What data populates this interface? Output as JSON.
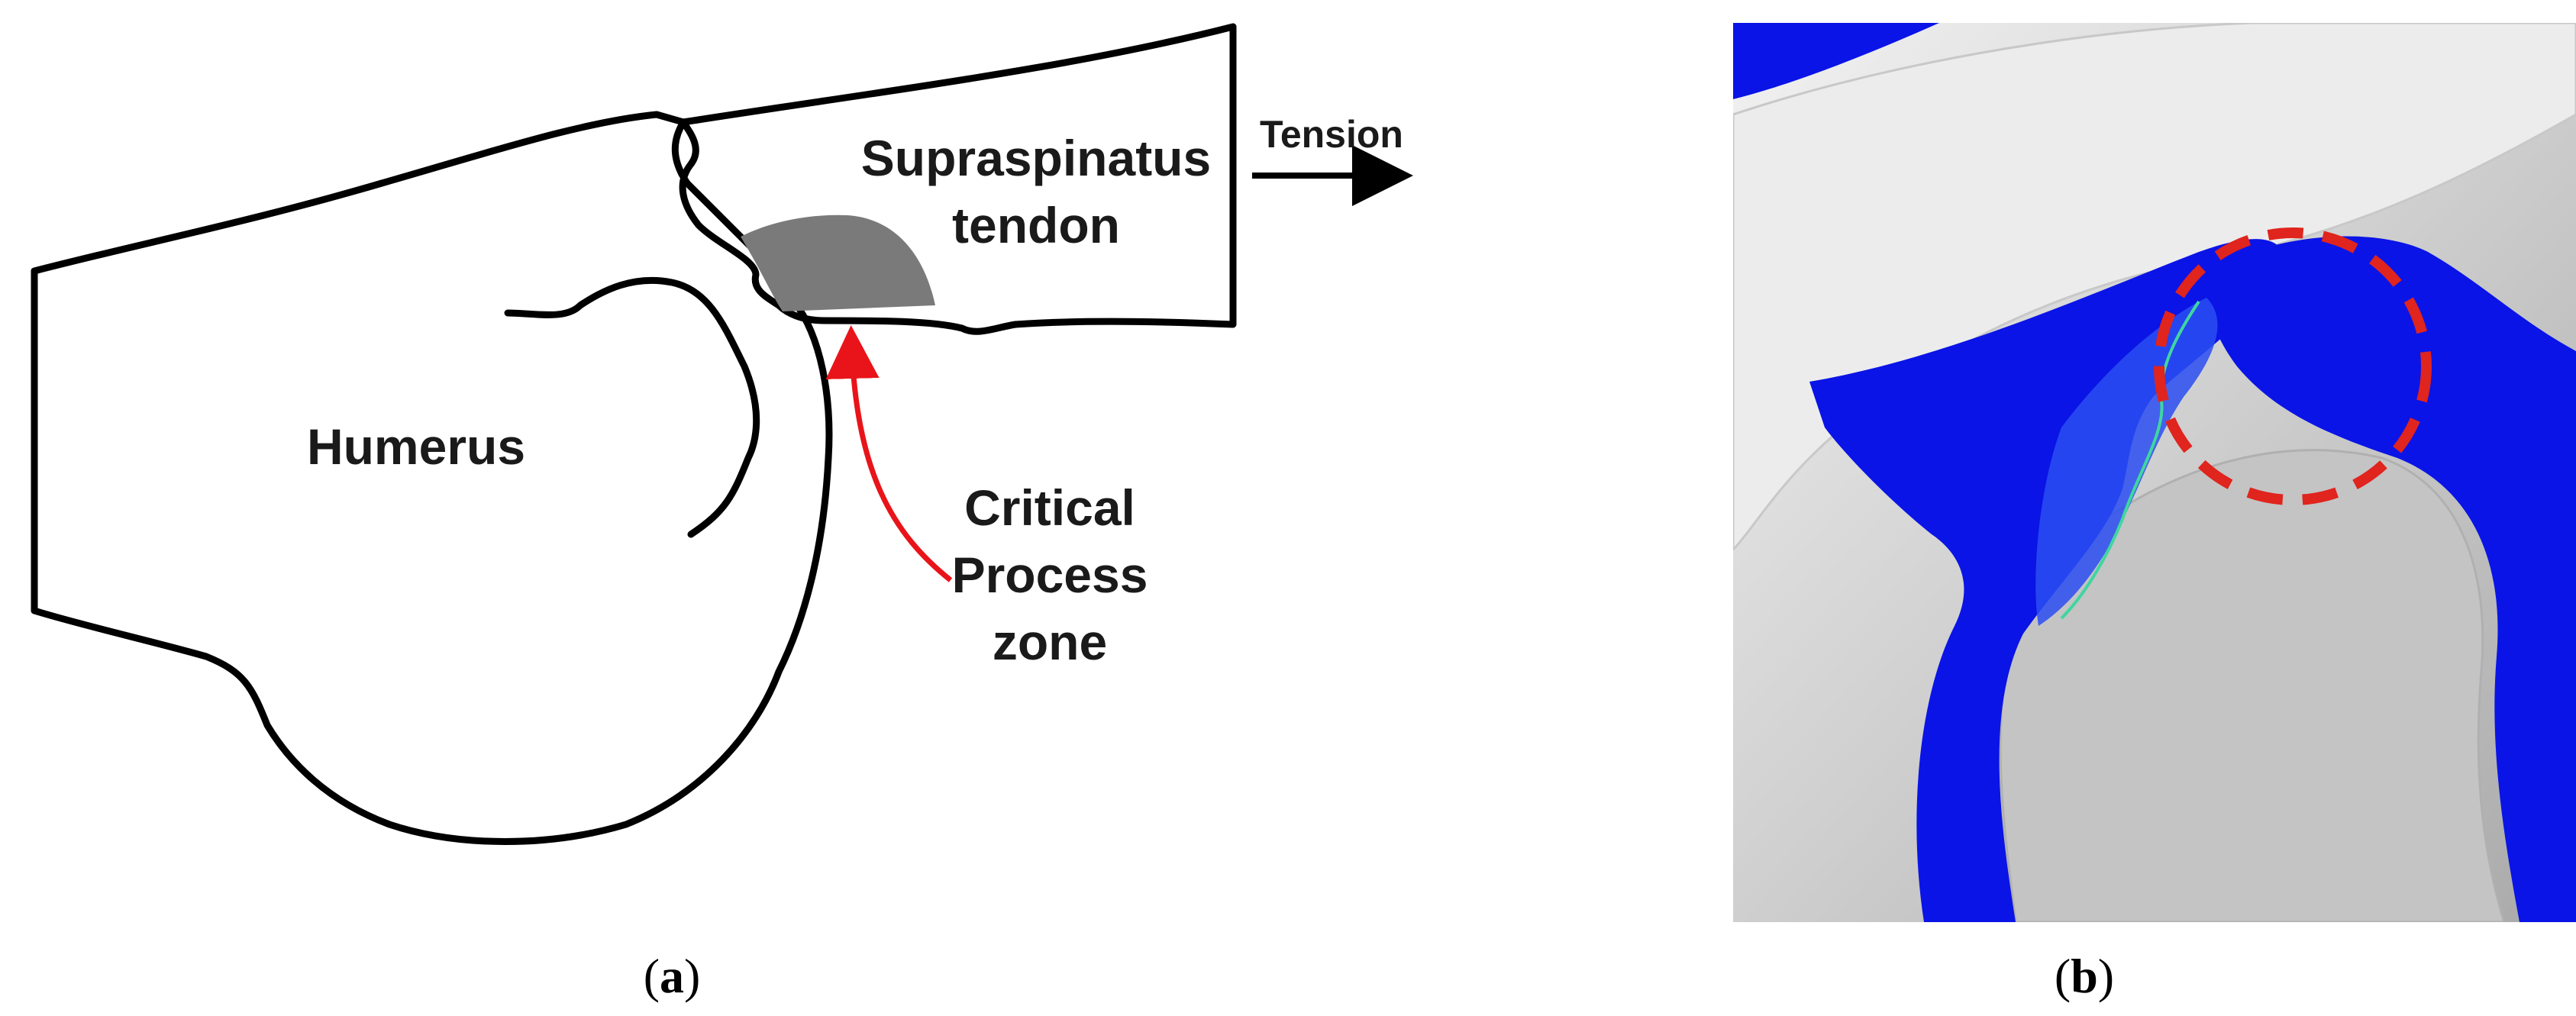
{
  "panel_a": {
    "humerus_label": "Humerus",
    "tendon_label_line1": "Supraspinatus",
    "tendon_label_line2": "tendon",
    "tension_label": "Tension",
    "zone_label_line1": "Critical",
    "zone_label_line2": "Process",
    "zone_label_line3": "zone",
    "colors": {
      "outline": "#000000",
      "zone_fill": "#7a7a7a",
      "arrow": "#e8141a"
    }
  },
  "panel_b": {
    "colors": {
      "bone": "#d8d8d8",
      "tendon": "#0a14e6",
      "highlight_circle": "#e0241e",
      "crack": "#3fd6a0"
    }
  },
  "captions": {
    "a": {
      "open": "(",
      "letter": "a",
      "close": ")"
    },
    "b": {
      "open": "(",
      "letter": "b",
      "close": ")"
    }
  }
}
